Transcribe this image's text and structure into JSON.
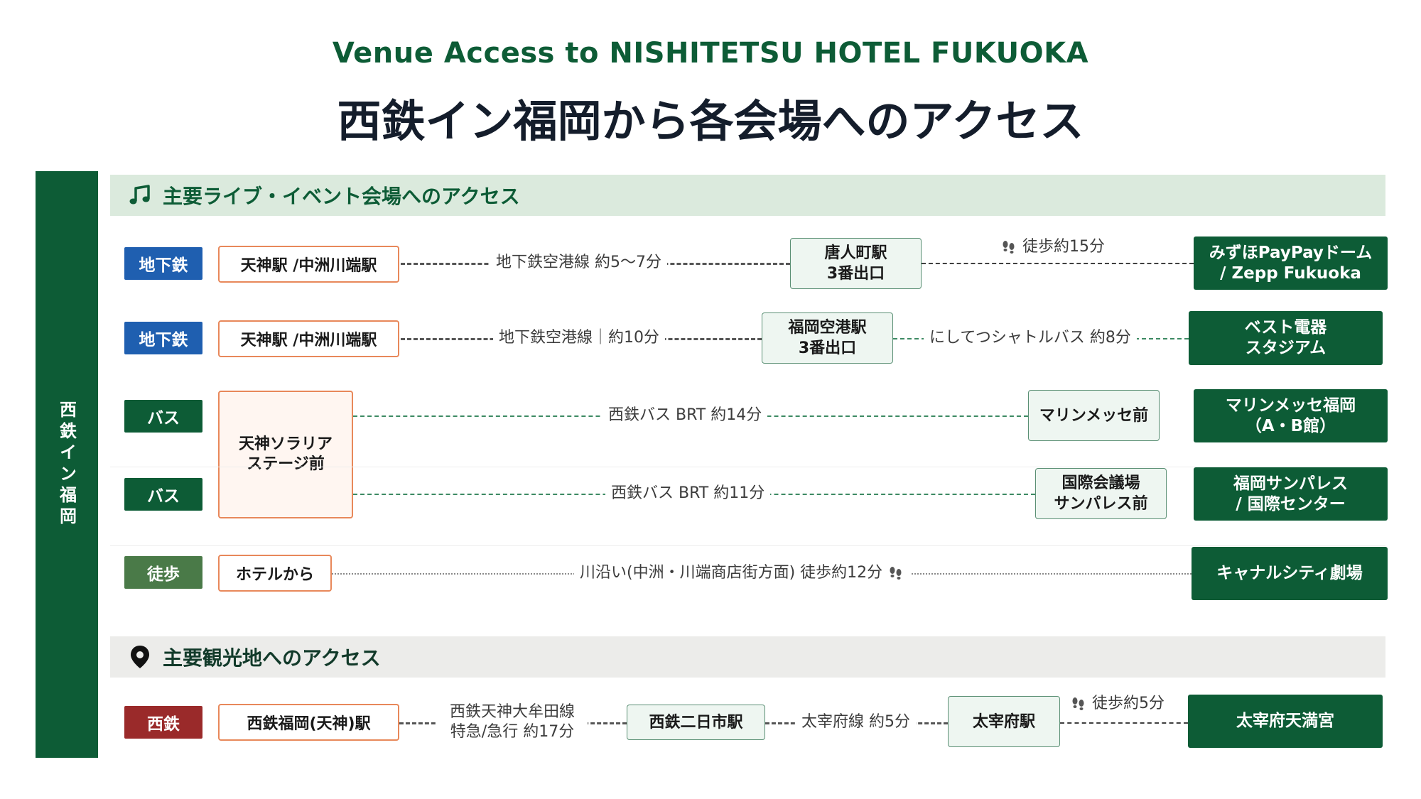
{
  "header": {
    "title_en": "Venue Access to NISHITETSU HOTEL FUKUOKA",
    "title_ja": "西鉄イン福岡から各会場へのアクセス"
  },
  "sidebar": {
    "label": "西鉄イン福岡"
  },
  "sections": {
    "events": {
      "title": "主要ライブ・イベント会場へのアクセス",
      "icon": "music-note-icon"
    },
    "sightseeing": {
      "title": "主要観光地へのアクセス",
      "icon": "location-pin-icon"
    }
  },
  "routes": [
    {
      "mode": "地下鉄",
      "origin": "天神駅 /中洲川端駅",
      "leg1": "地下鉄空港線 約5〜7分",
      "stop_line1": "唐人町駅",
      "stop_line2": "3番出口",
      "leg2": "徒歩約15分",
      "dest_line1": "みずほPayPayドーム",
      "dest_line2": "/ Zepp Fukuoka"
    },
    {
      "mode": "地下鉄",
      "origin": "天神駅 /中洲川端駅",
      "leg1": "地下鉄空港線｜約10分",
      "stop_line1": "福岡空港駅",
      "stop_line2": "3番出口",
      "leg2": "にしてつシャトルバス 約8分",
      "dest_line1": "ベスト電器",
      "dest_line2": "スタジアム"
    },
    {
      "mode": "バス",
      "origin_line1": "天神ソラリア",
      "origin_line2": "ステージ前",
      "leg1": "西鉄バス BRT 約14分",
      "stop_line1": "マリンメッセ前",
      "dest_line1": "マリンメッセ福岡",
      "dest_line2": "（A・B館）"
    },
    {
      "mode": "バス",
      "leg1": "西鉄バス BRT 約11分",
      "stop_line1": "国際会議場",
      "stop_line2": "サンパレス前",
      "dest_line1": "福岡サンパレス",
      "dest_line2": "/ 国際センター"
    },
    {
      "mode": "徒歩",
      "origin": "ホテルから",
      "leg1": "川沿い(中洲・川端商店街方面) 徒歩約12分",
      "dest_line1": "キャナルシティ劇場"
    },
    {
      "mode": "西鉄",
      "origin": "西鉄福岡(天神)駅",
      "leg1_line1": "西鉄天神大牟田線",
      "leg1_line2": "特急/急行 約17分",
      "stop1": "西鉄二日市駅",
      "leg2": "太宰府線 約5分",
      "stop2": "太宰府駅",
      "leg3": "徒歩約5分",
      "dest_line1": "太宰府天満宮"
    }
  ],
  "colors": {
    "brand_green": "#0d5c36",
    "subway_blue": "#1f5fb0",
    "walk_green": "#4a7a48",
    "rail_red": "#9a2a2a",
    "origin_border": "#e8885a"
  },
  "icons": {
    "walk": "footprints-icon"
  }
}
